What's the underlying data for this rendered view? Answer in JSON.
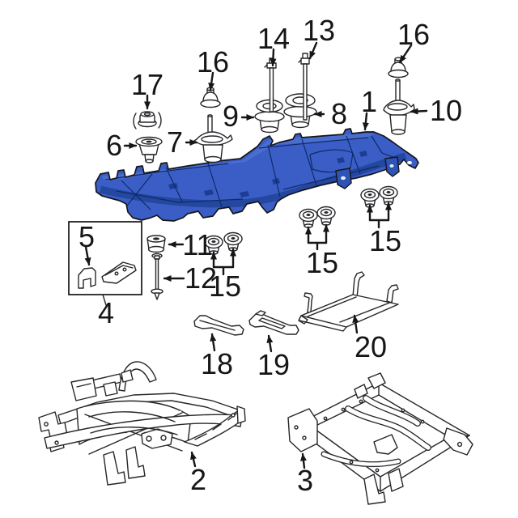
{
  "diagram": {
    "kind": "exploded-parts-diagram",
    "background_color": "#ffffff",
    "highlight_fill": "#3a5ec6",
    "highlight_light": "#4a6ed0",
    "highlight_shade": "#24479f",
    "outline_color": "#26262a",
    "label_color": "#161616",
    "callouts": [
      {
        "label": "1"
      },
      {
        "label": "2"
      },
      {
        "label": "3"
      },
      {
        "label": "4"
      },
      {
        "label": "5"
      },
      {
        "label": "6"
      },
      {
        "label": "7"
      },
      {
        "label": "8"
      },
      {
        "label": "9"
      },
      {
        "label": "10"
      },
      {
        "label": "11"
      },
      {
        "label": "12"
      },
      {
        "label": "13"
      },
      {
        "label": "14"
      },
      {
        "label": "15"
      },
      {
        "label": "15"
      },
      {
        "label": "15"
      },
      {
        "label": "16"
      },
      {
        "label": "16"
      },
      {
        "label": "17"
      },
      {
        "label": "18"
      },
      {
        "label": "19"
      },
      {
        "label": "20"
      }
    ]
  }
}
